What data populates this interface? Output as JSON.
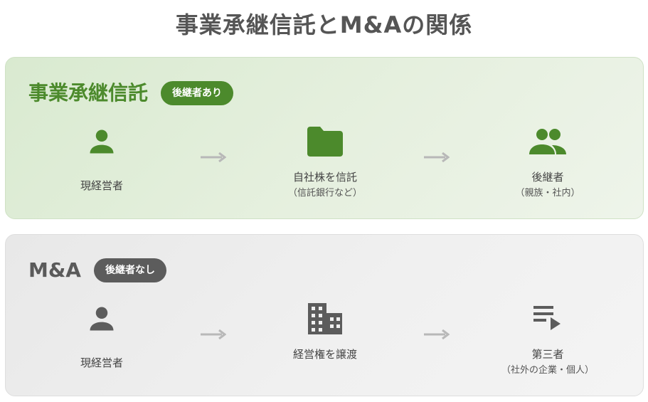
{
  "title": "事業承継信託とM&Aの関係",
  "colors": {
    "green": "#4c8a2c",
    "gray": "#5c5c5c",
    "arrow": "#b8b8b8"
  },
  "succession": {
    "name": "事業承継信託",
    "badge": "後継者あり",
    "steps": [
      {
        "icon": "person-icon",
        "label": "現経営者",
        "sub": ""
      },
      {
        "icon": "folder-icon",
        "label": "自社株を信託",
        "sub": "（信託銀行など）"
      },
      {
        "icon": "group-icon",
        "label": "後継者",
        "sub": "（親族・社内）"
      }
    ]
  },
  "ma": {
    "name": "M&A",
    "badge": "後継者なし",
    "steps": [
      {
        "icon": "person-icon",
        "label": "現経営者",
        "sub": ""
      },
      {
        "icon": "building-icon",
        "label": "経営権を譲渡",
        "sub": ""
      },
      {
        "icon": "playlist-icon",
        "label": "第三者",
        "sub": "（社外の企業・個人）"
      }
    ]
  }
}
